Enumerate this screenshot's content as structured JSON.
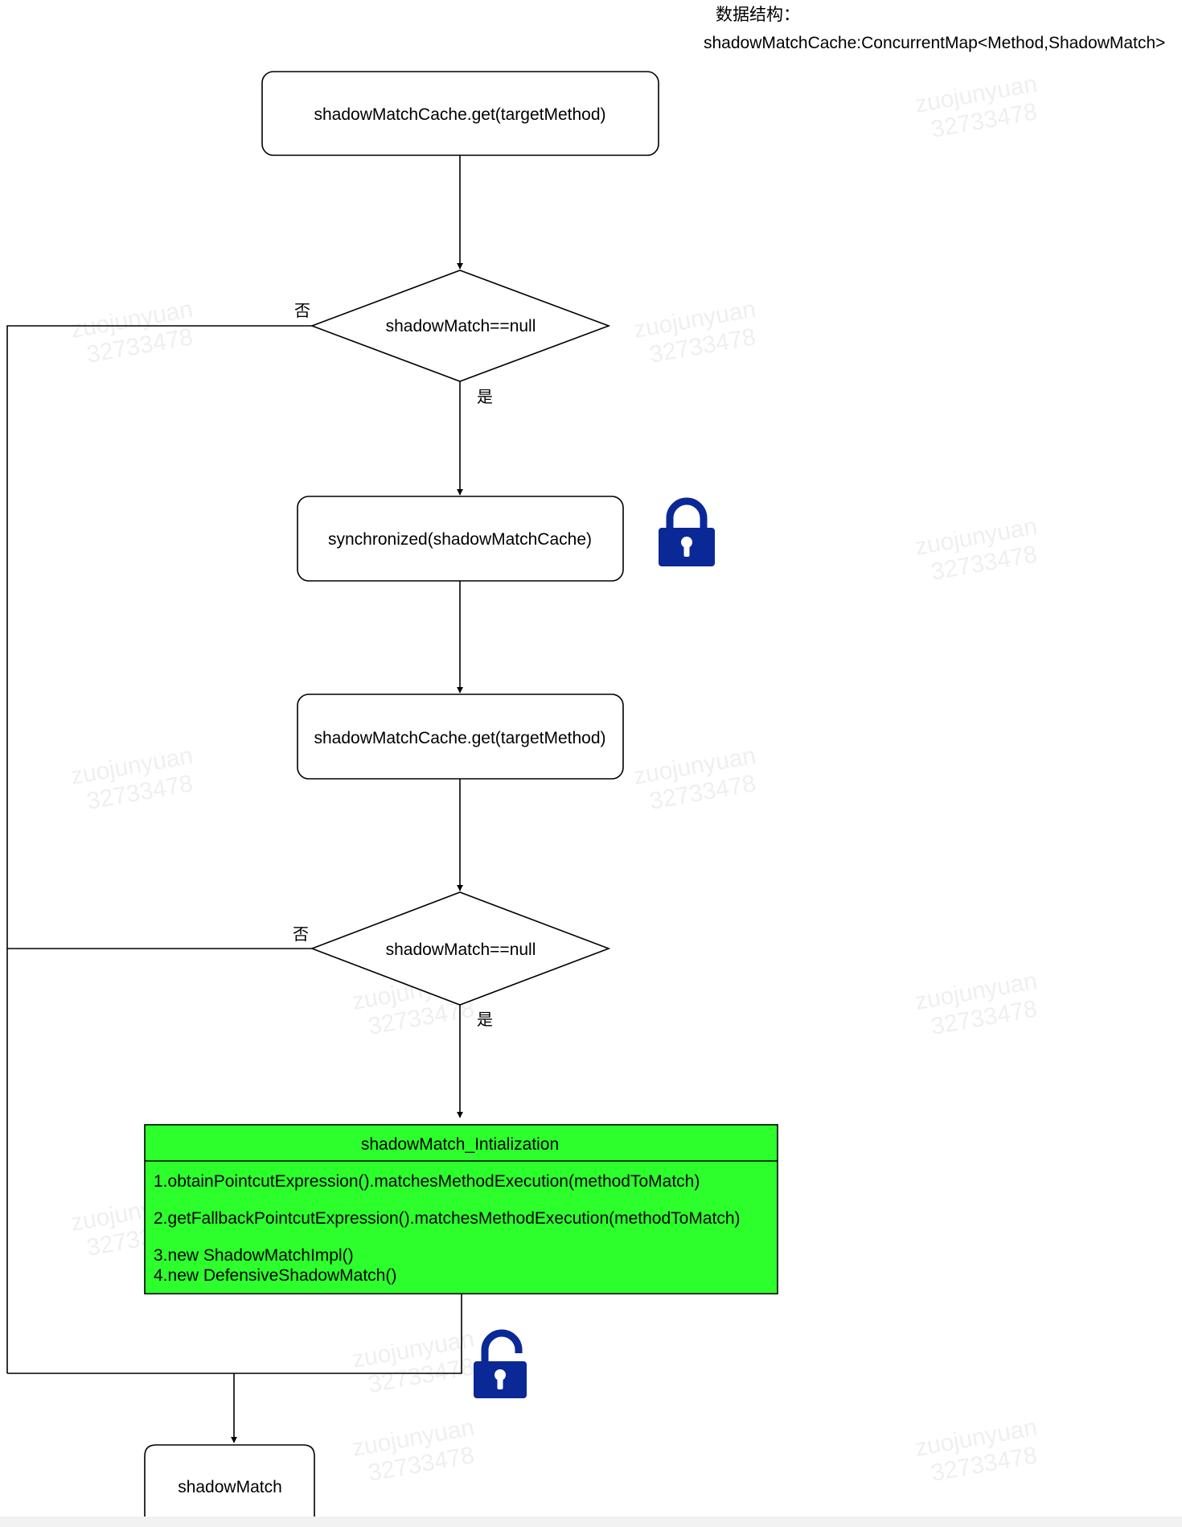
{
  "data_structure": {
    "heading": "数据结构：",
    "definition": "shadowMatchCache:ConcurrentMap<Method,ShadowMatch>"
  },
  "nodes": {
    "get1": "shadowMatchCache.get(targetMethod)",
    "decision1": "shadowMatch==null",
    "sync": "synchronized(shadowMatchCache)",
    "get2": "shadowMatchCache.get(targetMethod)",
    "decision2": "shadowMatch==null",
    "init_title": "shadowMatch_Intialization",
    "init_steps": [
      "1.obtainPointcutExpression().matchesMethodExecution(methodToMatch)",
      "2.getFallbackPointcutExpression().matchesMethodExecution(methodToMatch)",
      "3.new ShadowMatchImpl()",
      "4.new DefensiveShadowMatch()"
    ],
    "result": "shadowMatch"
  },
  "edge_labels": {
    "d1_no": "否",
    "d1_yes": "是",
    "d2_no": "否",
    "d2_yes": "是"
  },
  "icons": {
    "lock_closed": "lock-icon",
    "lock_open": "unlock-icon"
  },
  "watermark": {
    "line1": "zuojunyuan",
    "line2": "32733478"
  },
  "colors": {
    "init_fill": "#2cff2c",
    "lock": "#0a2896"
  }
}
